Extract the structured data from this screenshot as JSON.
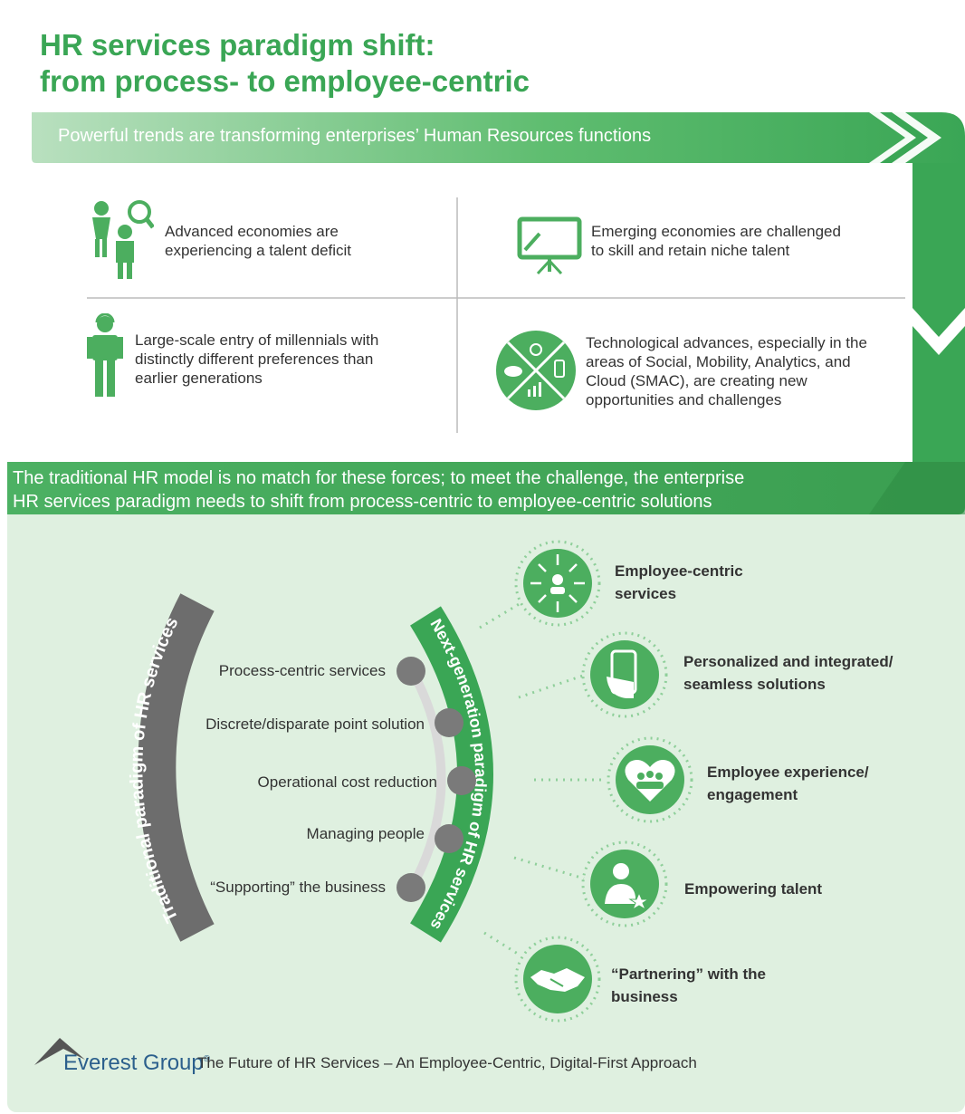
{
  "title": {
    "line1": "HR services paradigm shift:",
    "line2": "from process- to employee-centric"
  },
  "trends_banner": "Powerful trends are transforming enterprises’ Human Resources functions",
  "trends": [
    {
      "icon": "people-search-icon",
      "lines": [
        "Advanced economies are",
        "experiencing a talent deficit"
      ]
    },
    {
      "icon": "presentation-board-icon",
      "lines": [
        "Emerging economies are challenged",
        "to skill and retain niche talent"
      ]
    },
    {
      "icon": "millennial-person-icon",
      "lines": [
        "Large-scale entry of millennials with",
        "distinctly different preferences than",
        "earlier generations"
      ]
    },
    {
      "icon": "smac-technology-icon",
      "lines": [
        "Technological advances, especially in the",
        "areas of Social, Mobility, Analytics, and",
        "Cloud (SMAC), are creating new",
        "opportunities and challenges"
      ]
    }
  ],
  "shift_statement": {
    "line1": "The traditional HR model is no match for these forces; to meet the challenge, the enterprise",
    "line2": "HR services paradigm needs to shift from process-centric to employee-centric solutions"
  },
  "traditional": {
    "arc_label": "Traditional paradigm of HR services",
    "items": [
      "Process-centric services",
      "Discrete/disparate point solution",
      "Operational cost reduction",
      "Managing people",
      "“Supporting” the business"
    ]
  },
  "next_gen": {
    "arc_label": "Next-generation paradigm of HR services",
    "items": [
      {
        "icon": "employee-centric-icon",
        "lines": [
          "Employee-centric",
          "services"
        ]
      },
      {
        "icon": "smartphone-icon",
        "lines": [
          "Personalized and integrated/",
          "seamless solutions"
        ]
      },
      {
        "icon": "heart-people-icon",
        "lines": [
          "Employee experience/",
          "engagement"
        ]
      },
      {
        "icon": "talent-star-icon",
        "lines": [
          "Empowering talent"
        ]
      },
      {
        "icon": "handshake-icon",
        "lines": [
          "“Partnering” with the",
          "business"
        ]
      }
    ]
  },
  "footer": {
    "brand": "Everest Group",
    "registered": "®",
    "caption": "The Future of HR Services – An Employee-Centric, Digital-First Approach"
  },
  "colors": {
    "green": "#3aa655",
    "light_green": "#dff0e0",
    "grey": "#6d6d6d",
    "dot_grey": "#7a7a7a",
    "brand_blue": "#2b5f8c"
  }
}
